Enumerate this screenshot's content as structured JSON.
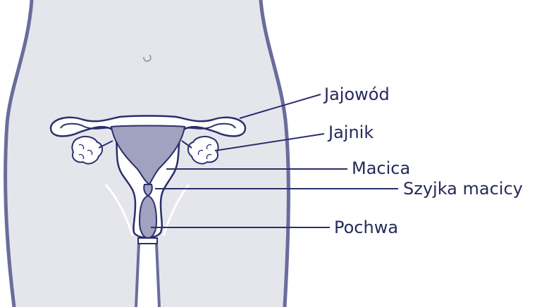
{
  "colors": {
    "body_fill": "#e5e5ec",
    "body_outline": "#6a6c9c",
    "organ_fill": "#a1a1c0",
    "organ_outline": "#2a2f6b",
    "label_text": "#262a5a"
  },
  "icons": {
    "navel": "navel-icon"
  },
  "labels": {
    "fallopian_tube": "Jajowód",
    "ovary": "Jajnik",
    "uterus": "Macica",
    "cervix": "Szyjka macicy",
    "vagina": "Pochwa"
  }
}
